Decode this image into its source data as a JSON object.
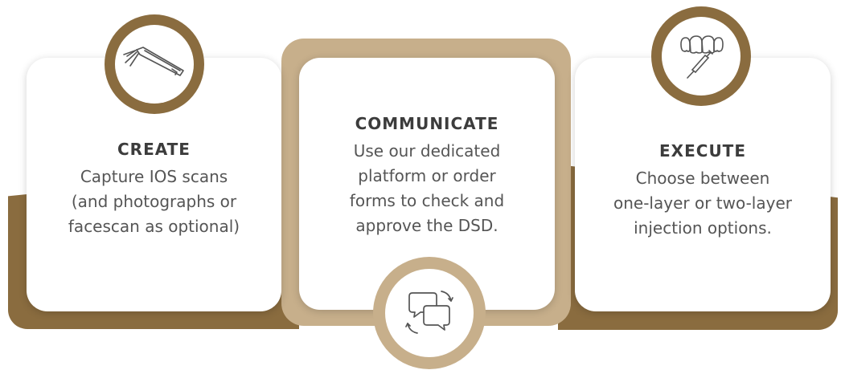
{
  "colors": {
    "dark_gold": "#8a6c3f",
    "light_gold": "#c7af8b",
    "card": "#ffffff",
    "text": "#555555"
  },
  "steps": [
    {
      "title": "CREATE",
      "lines": [
        "Capture IOS scans",
        "(and photographs or",
        "facescan as optional)"
      ],
      "icon": "intraoral-scanner-icon"
    },
    {
      "title": "COMMUNICATE",
      "lines": [
        "Use our dedicated",
        "platform or order",
        "forms to check and",
        "approve the DSD."
      ],
      "icon": "chat-bubbles-icon"
    },
    {
      "title": "EXECUTE",
      "lines": [
        "Choose between",
        "one-layer or two-layer",
        "injection options."
      ],
      "icon": "teeth-syringe-icon"
    }
  ]
}
